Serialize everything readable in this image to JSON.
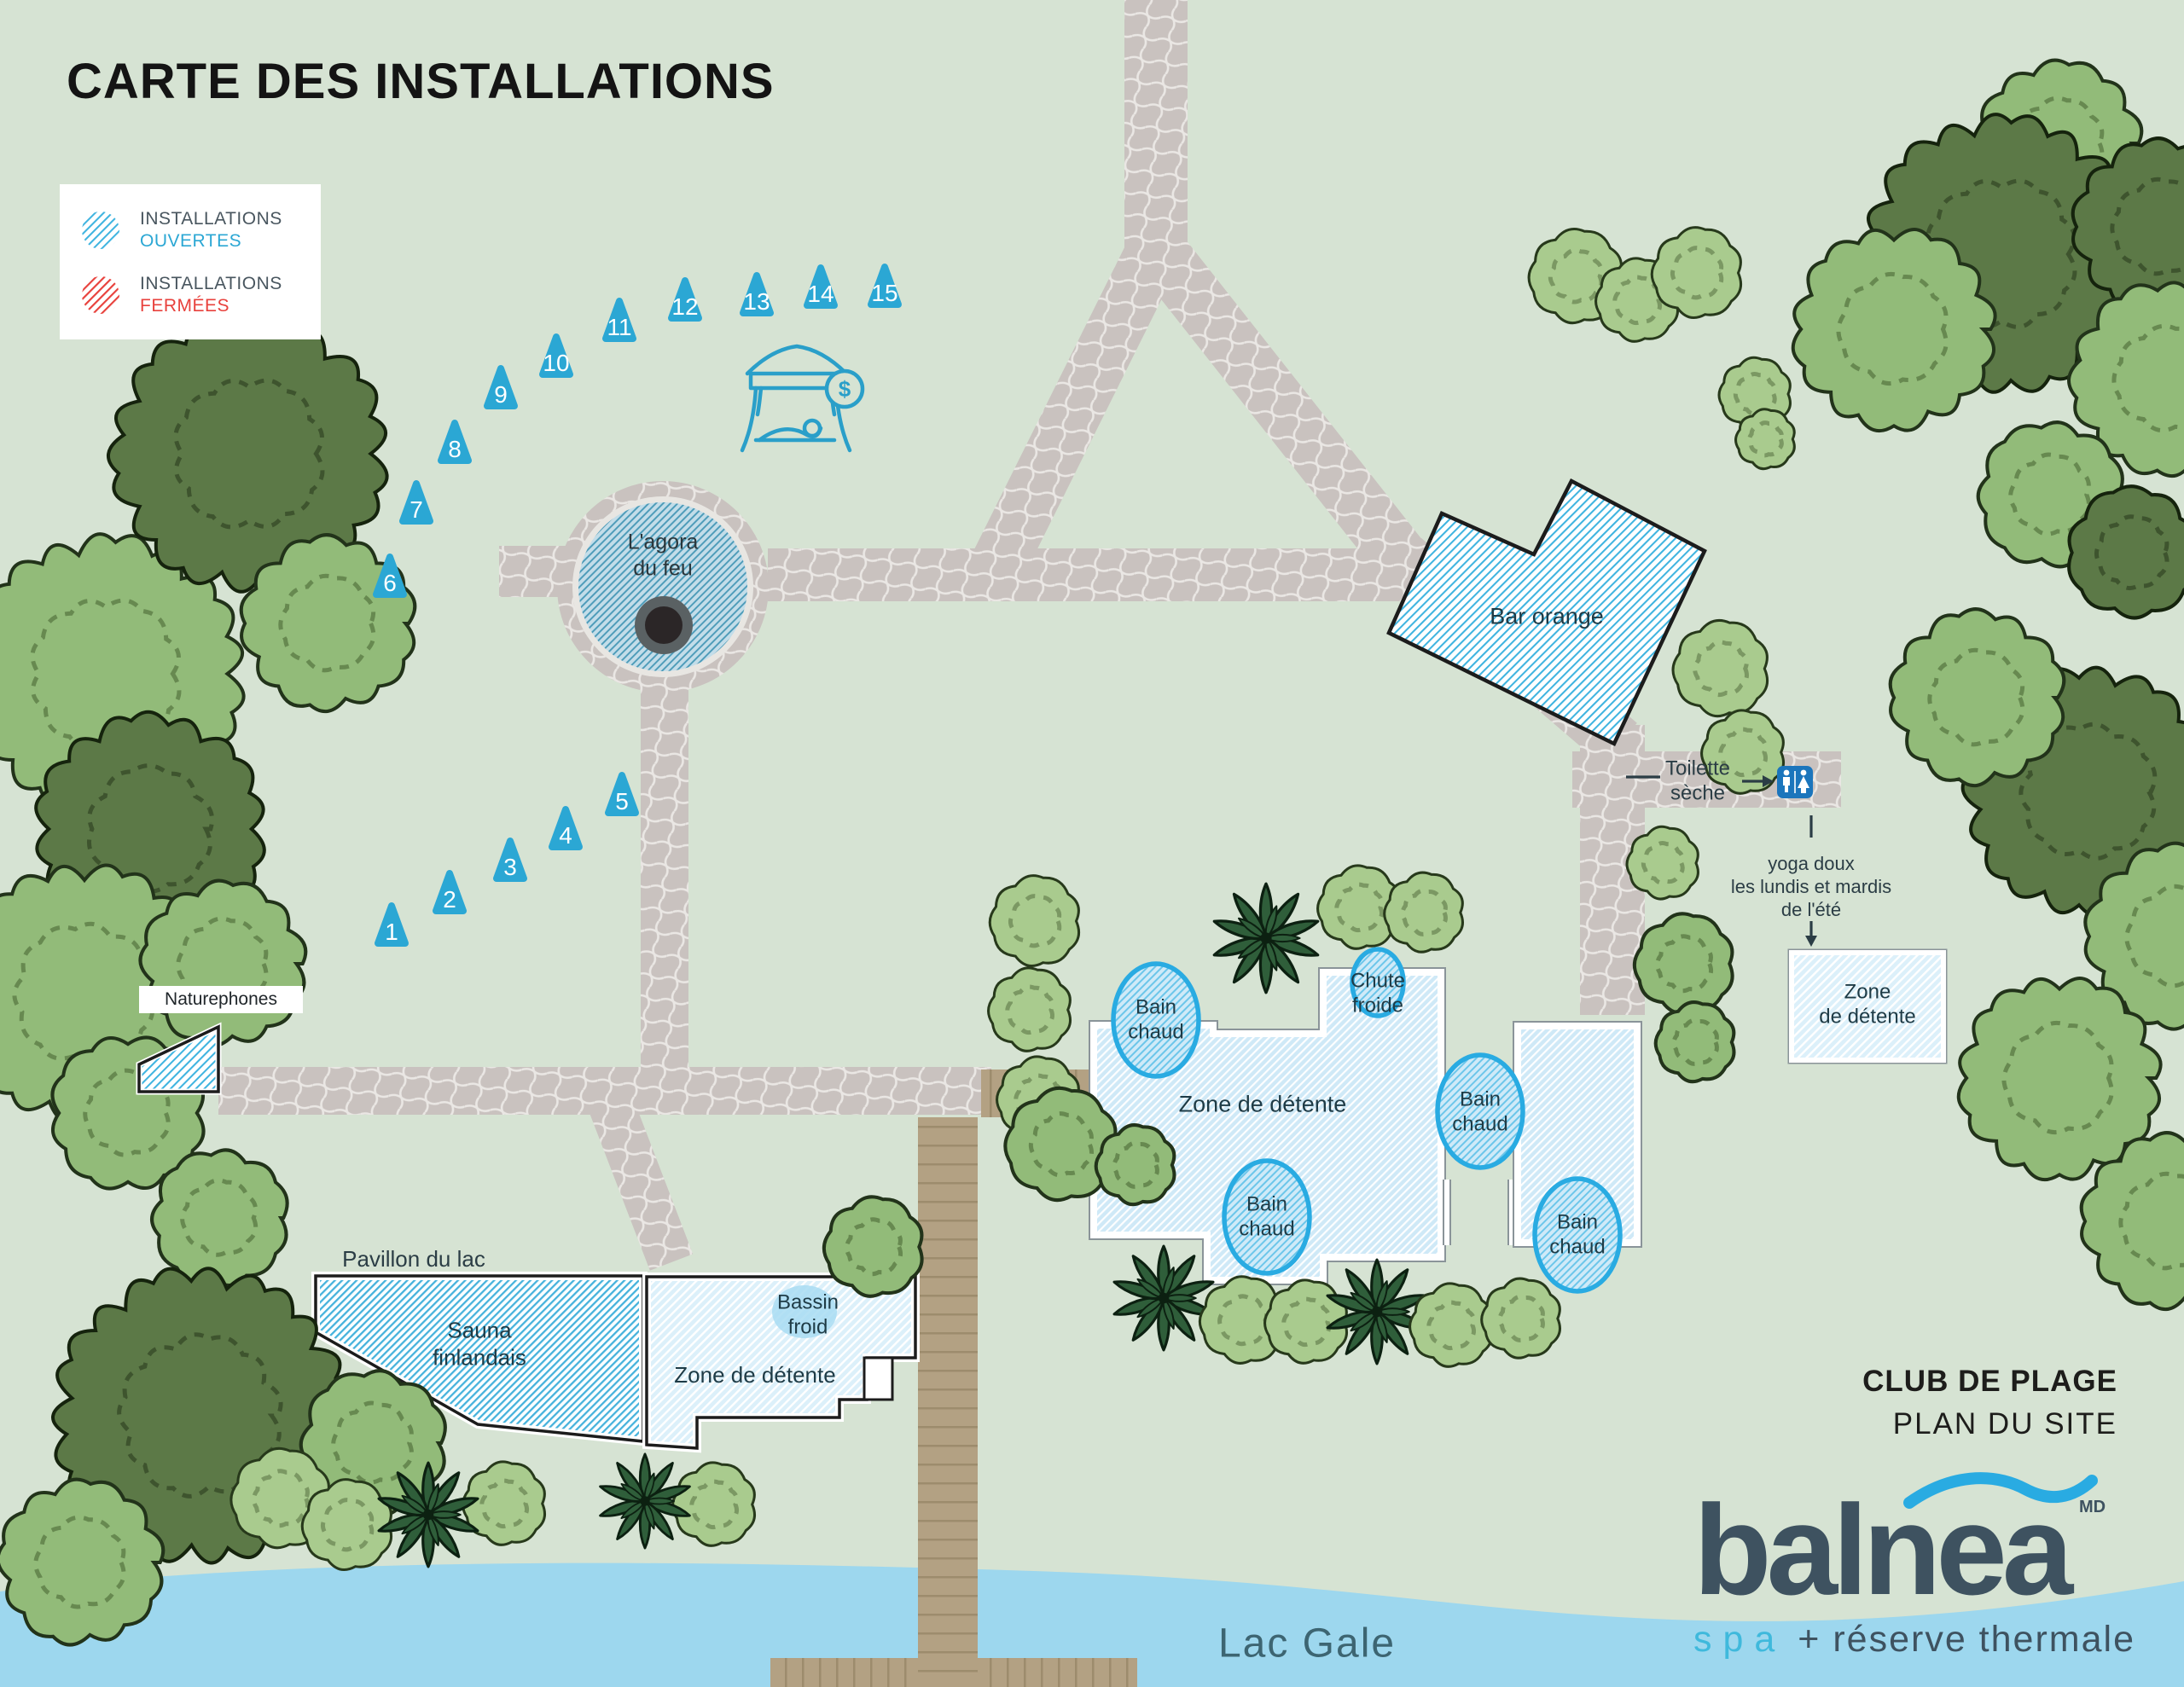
{
  "title": "CARTE DES INSTALLATIONS",
  "legend": {
    "open_line1": "INSTALLATIONS",
    "open_line2": "OUVERTES",
    "closed_line1": "INSTALLATIONS",
    "closed_line2": "FERMÉES"
  },
  "markers": {
    "m1": "1",
    "m2": "2",
    "m3": "3",
    "m4": "4",
    "m5": "5",
    "m6": "6",
    "m7": "7",
    "m8": "8",
    "m9": "9",
    "m10": "10",
    "m11": "11",
    "m12": "12",
    "m13": "13",
    "m14": "14",
    "m15": "15"
  },
  "labels": {
    "agora_line1": "L'agora",
    "agora_line2": "du feu",
    "tent_dollar": "$",
    "bar_orange": "Bar orange",
    "toilette_line1": "Toilette",
    "toilette_line2": "sèche",
    "yoga_line1": "yoga doux",
    "yoga_line2": "les lundis et mardis",
    "yoga_line3": "de l'été",
    "zone_right_line1": "Zone",
    "zone_right_line2": "de détente",
    "naturephones": "Naturephones",
    "zone_central": "Zone de détente",
    "chute_line1": "Chute",
    "chute_line2": "froide",
    "pavillon": "Pavillon du lac",
    "sauna_line1": "Sauna",
    "sauna_line2": "finlandais",
    "bassin_line1": "Bassin",
    "bassin_line2": "froid",
    "zone_bottom": "Zone de détente",
    "lake": "Lac Gale"
  },
  "bains": [
    {
      "line1": "Bain",
      "line2": "chaud"
    },
    {
      "line1": "Bain",
      "line2": "chaud"
    },
    {
      "line1": "Bain",
      "line2": "chaud"
    },
    {
      "line1": "Bain",
      "line2": "chaud"
    }
  ],
  "footer": {
    "club": "CLUB DE PLAGE",
    "plan": "PLAN DU SITE"
  },
  "logo": {
    "name": "balnea",
    "tm": "MD",
    "tagline_spa": "spa",
    "tagline_rest": "+ réserve thermale"
  },
  "colors": {
    "background_green": "#d6e3d3",
    "lake_blue": "#9dd7ee",
    "stone_gray": "#c9c2bf",
    "wood_brown": "#b3a183",
    "open_accent_blue": "#29abe2",
    "marker_blue": "#2ba7d4",
    "closed_red": "#e8413c",
    "tree_light_green": "#92bb79",
    "tree_dark_green": "#5c7947",
    "label_navy": "#1e3b46",
    "logo_slate": "#3e5260",
    "toilet_sign_blue": "#1b75bc"
  }
}
